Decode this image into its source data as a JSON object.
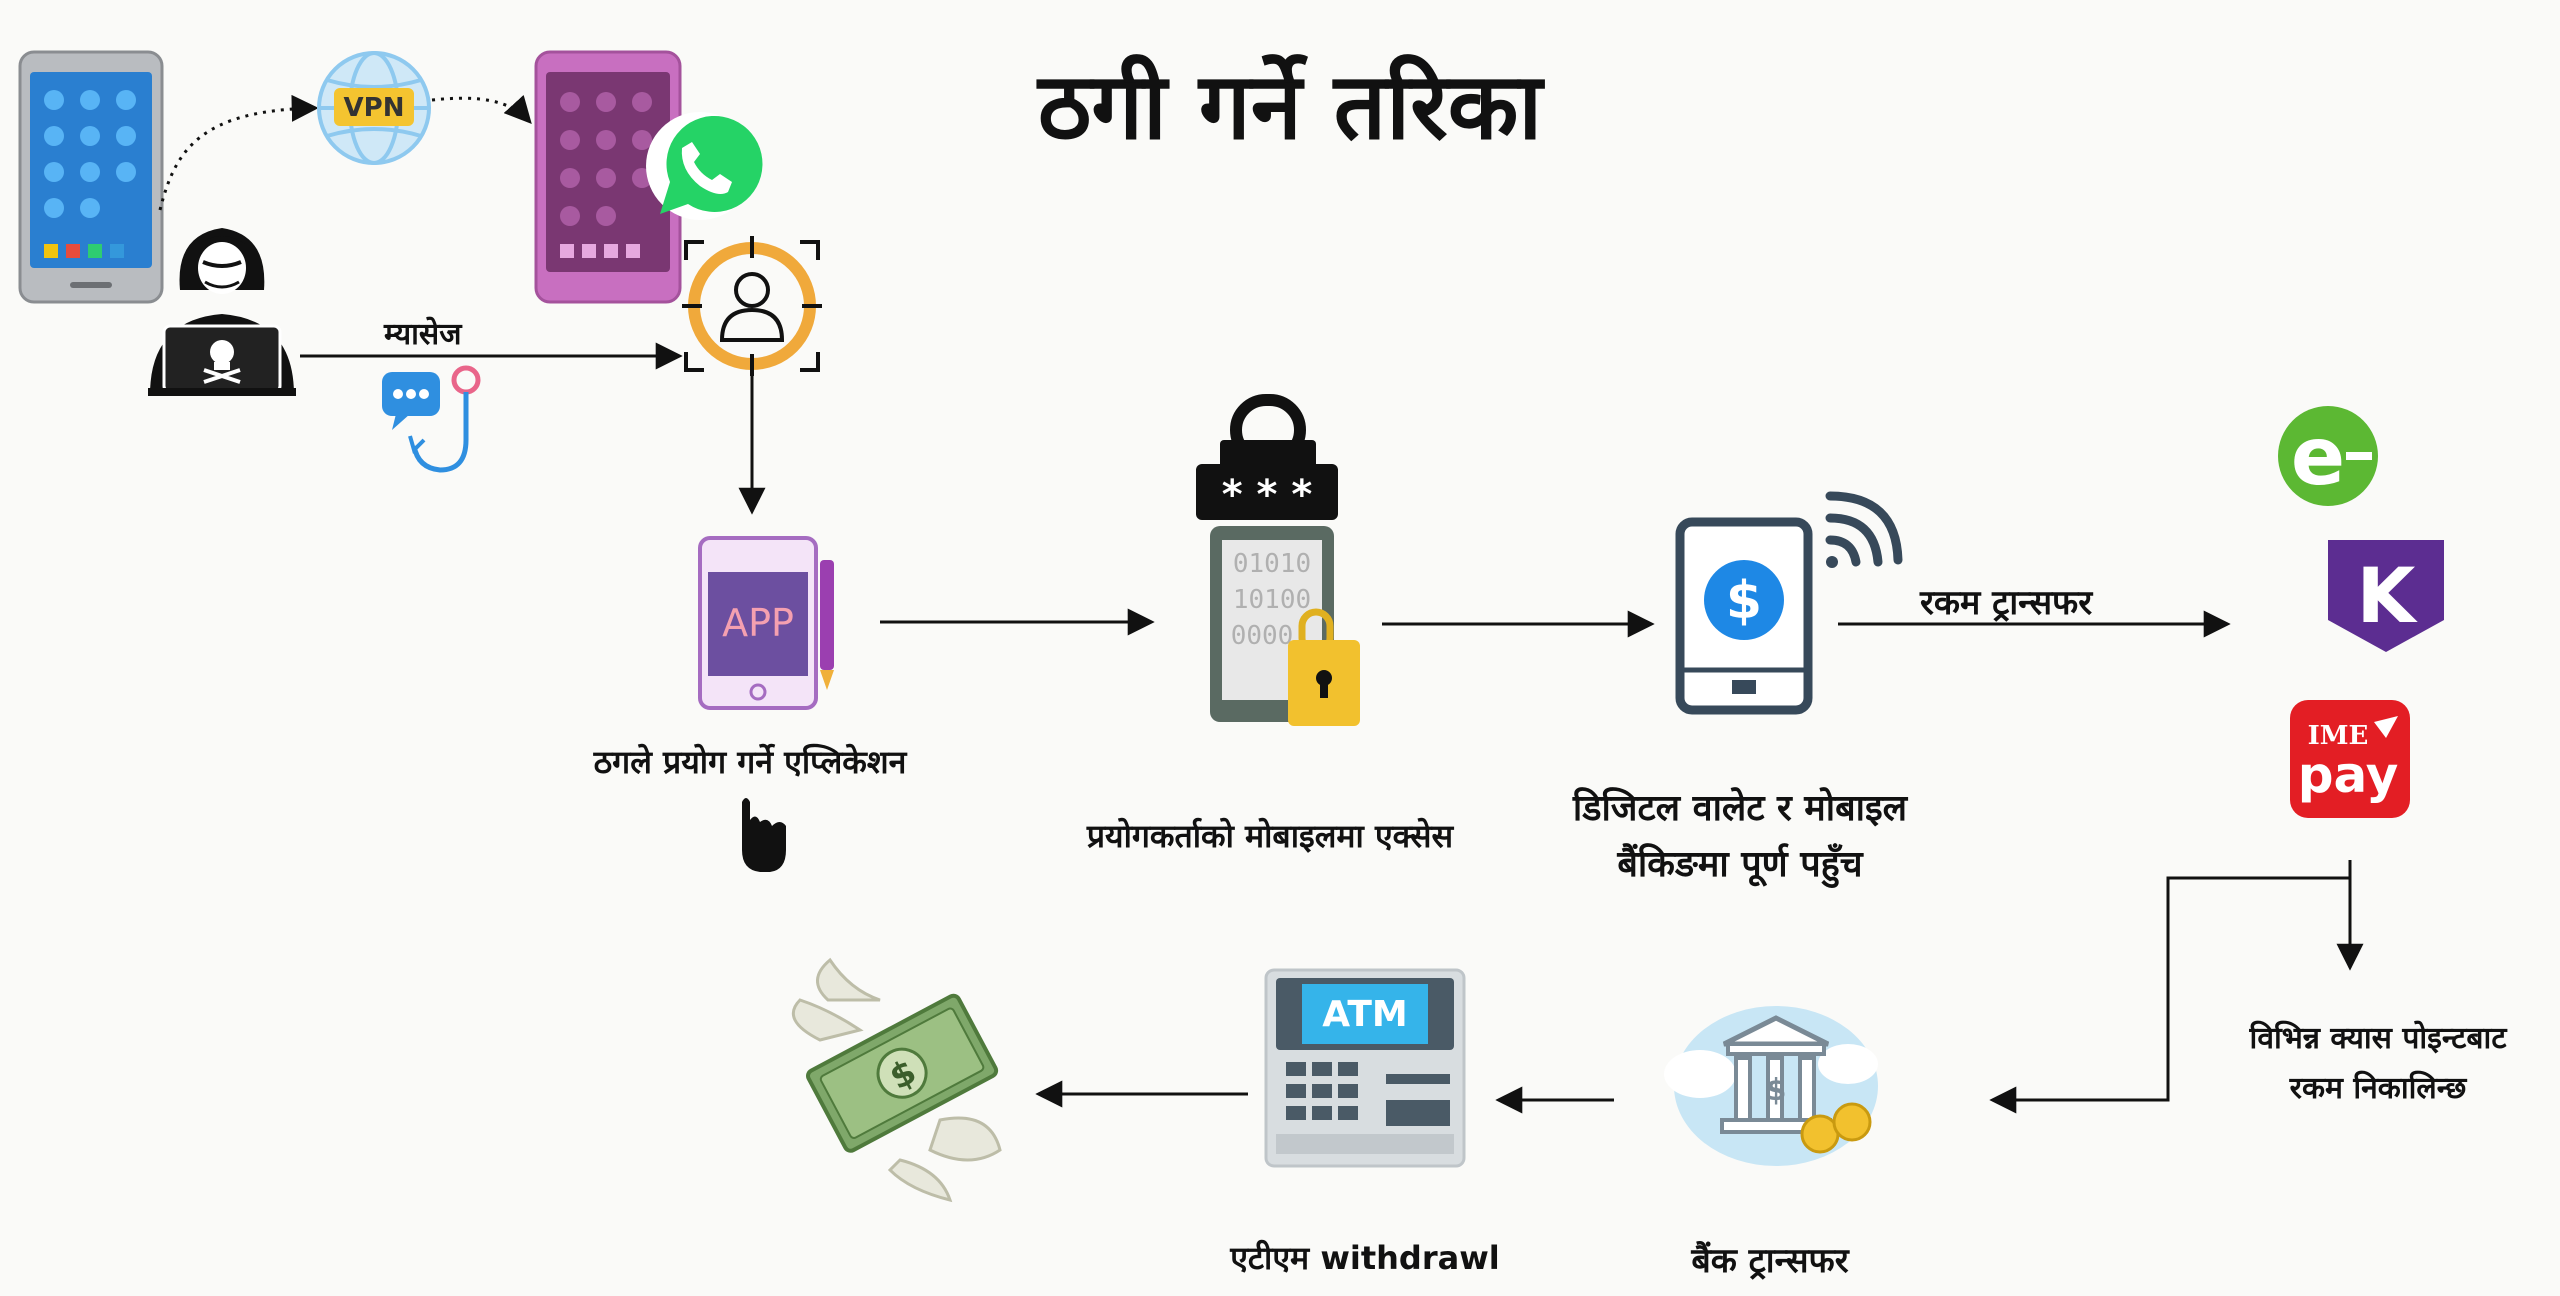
{
  "title": "ठगी गर्ने तरिका",
  "icons": {
    "vpn_text": "VPN",
    "app_text": "APP",
    "atm_text": "ATM",
    "ime_text": "IME",
    "pay_text": "pay",
    "k_text": "K",
    "e_text": "e",
    "dollar": "$",
    "stars": "* * *",
    "binary1": "01010",
    "binary2": "10100",
    "binary3": "0000"
  },
  "labels": {
    "message": "म्यासेज",
    "app_used": "ठगले प्रयोग गर्ने एप्लिकेशन",
    "mobile_access": "प्रयोगकर्ताको मोबाइलमा एक्सेस",
    "wallet_line1": "डिजिटल वालेट र मोबाइल",
    "wallet_line2": "बैंकिङमा पूर्ण पहुँच",
    "amount_transfer": "रकम ट्रान्सफर",
    "cash_line1": "विभिन्न क्यास पोइन्टबाट",
    "cash_line2": "रकम निकालिन्छ",
    "bank_transfer": "बैंक ट्रान्सफर",
    "atm_withdraw": "एटीएम withdrawl"
  },
  "colors": {
    "whatsapp": "#25d366",
    "esewa": "#5cb833",
    "khalti": "#5c2d91",
    "imepay": "#e31e24",
    "vpn_blue": "#8ec9ef",
    "vpn_yellow": "#f4c430",
    "pink_phone": "#c86fc0"
  }
}
